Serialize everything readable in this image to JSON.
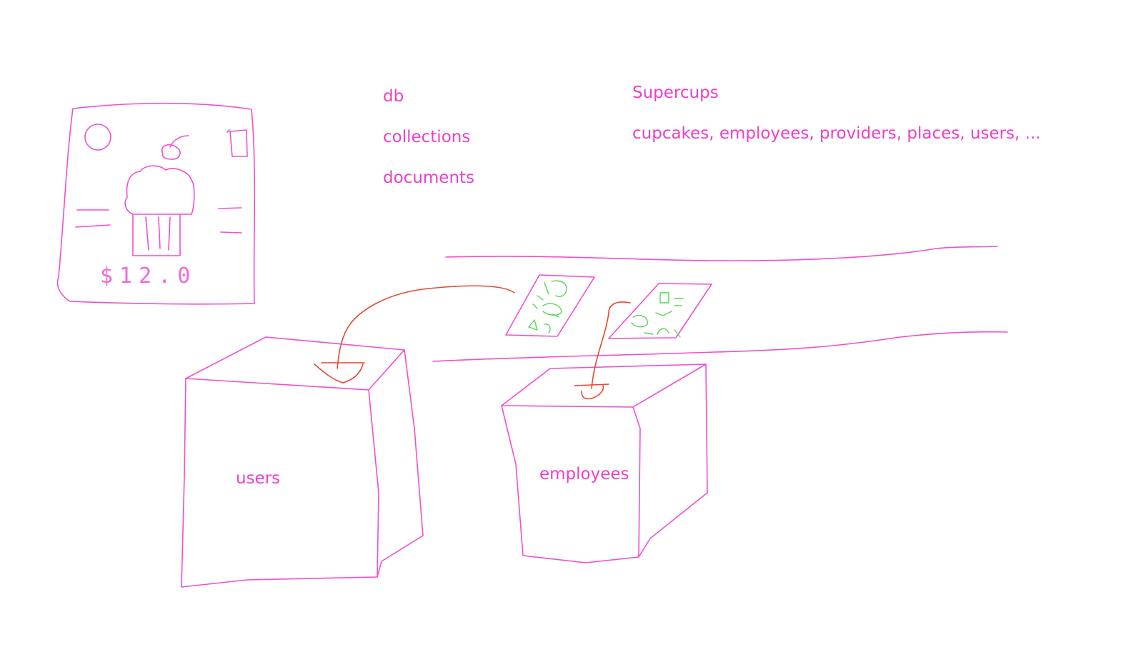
{
  "legend": {
    "terms": [
      "db",
      "collections",
      "documents"
    ],
    "examples": [
      "Supercups",
      "cupcakes, employees, providers, places, users, ..."
    ]
  },
  "product_card": {
    "icon": "cupcake-icon",
    "price": "$12.0"
  },
  "collections": [
    "users",
    "employees"
  ],
  "documents": {
    "icon": "document-icon"
  },
  "colors": {
    "ink": "#ee3fc8",
    "document_ink": "#55d655",
    "arrow": "#e8472e"
  }
}
